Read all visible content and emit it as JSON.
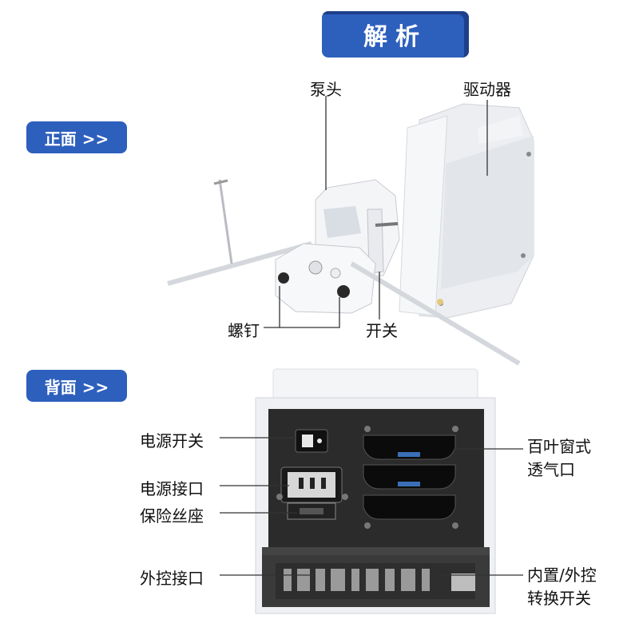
{
  "header": {
    "title": "解析"
  },
  "sections": {
    "front": "正面 >>",
    "back": "背面 >>"
  },
  "front_labels": {
    "pump_head": "泵头",
    "driver": "驱动器",
    "screw": "螺钉",
    "switch": "开关"
  },
  "back_labels": {
    "power_switch": "电源开关",
    "power_port": "电源接口",
    "fuse_holder": "保险丝座",
    "external_port": "外控接口",
    "louver_vent": [
      "百叶窗式",
      "透气口"
    ],
    "mode_switch": [
      "内置/外控",
      "转换开关"
    ]
  },
  "colors": {
    "accent": "#2d5fbd",
    "panel": "#2b2b2b",
    "body": "#f2f3f6"
  }
}
